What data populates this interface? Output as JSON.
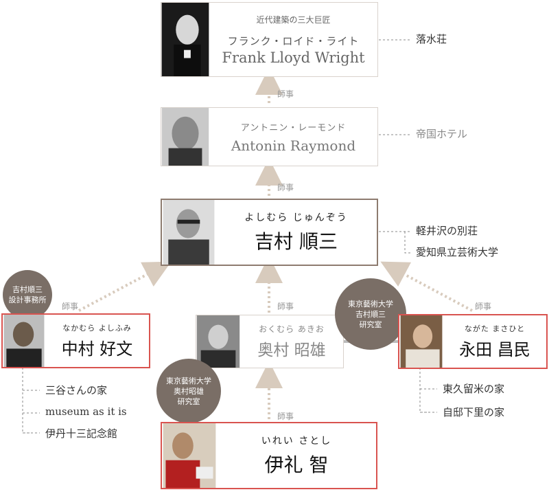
{
  "mentor_label": "師事",
  "wright": {
    "subtitle": "近代建築の三大巨匠",
    "kana": "フランク・ロイド・ライト",
    "name": "Frank Lloyd Wright",
    "works": [
      "落水荘"
    ]
  },
  "raymond": {
    "kana": "アントニン・レーモンド",
    "name": "Antonin Raymond",
    "works": [
      "帝国ホテル"
    ]
  },
  "yoshimura": {
    "kana": "よしむら じゅんぞう",
    "name": "吉村 順三",
    "works": [
      "軽井沢の別荘",
      "愛知県立芸術大学"
    ]
  },
  "nakamura": {
    "kana": "なかむら よしふみ",
    "name": "中村 好文",
    "works": [
      "三谷さんの家",
      "museum as it is",
      "伊丹十三記念館"
    ]
  },
  "okumura": {
    "kana": "おくむら あきお",
    "name": "奥村 昭雄"
  },
  "nagata": {
    "kana": "ながた まさひと",
    "name": "永田 昌民",
    "works": [
      "東久留米の家",
      "自邸下里の家"
    ]
  },
  "irei": {
    "kana": "いれい さとし",
    "name": "伊礼 智"
  },
  "circles": {
    "yoshimura_office": [
      "吉村順三",
      "設計事務所"
    ],
    "geidai_yoshimura": [
      "東京藝術大学",
      "吉村順三",
      "研究室"
    ],
    "geidai_okumura": [
      "東京藝術大学",
      "奥村昭雄",
      "研究室"
    ]
  },
  "colors": {
    "accent_red": "#d9534f",
    "circle": "#7a6e66",
    "arrow": "#d8cbbd"
  }
}
